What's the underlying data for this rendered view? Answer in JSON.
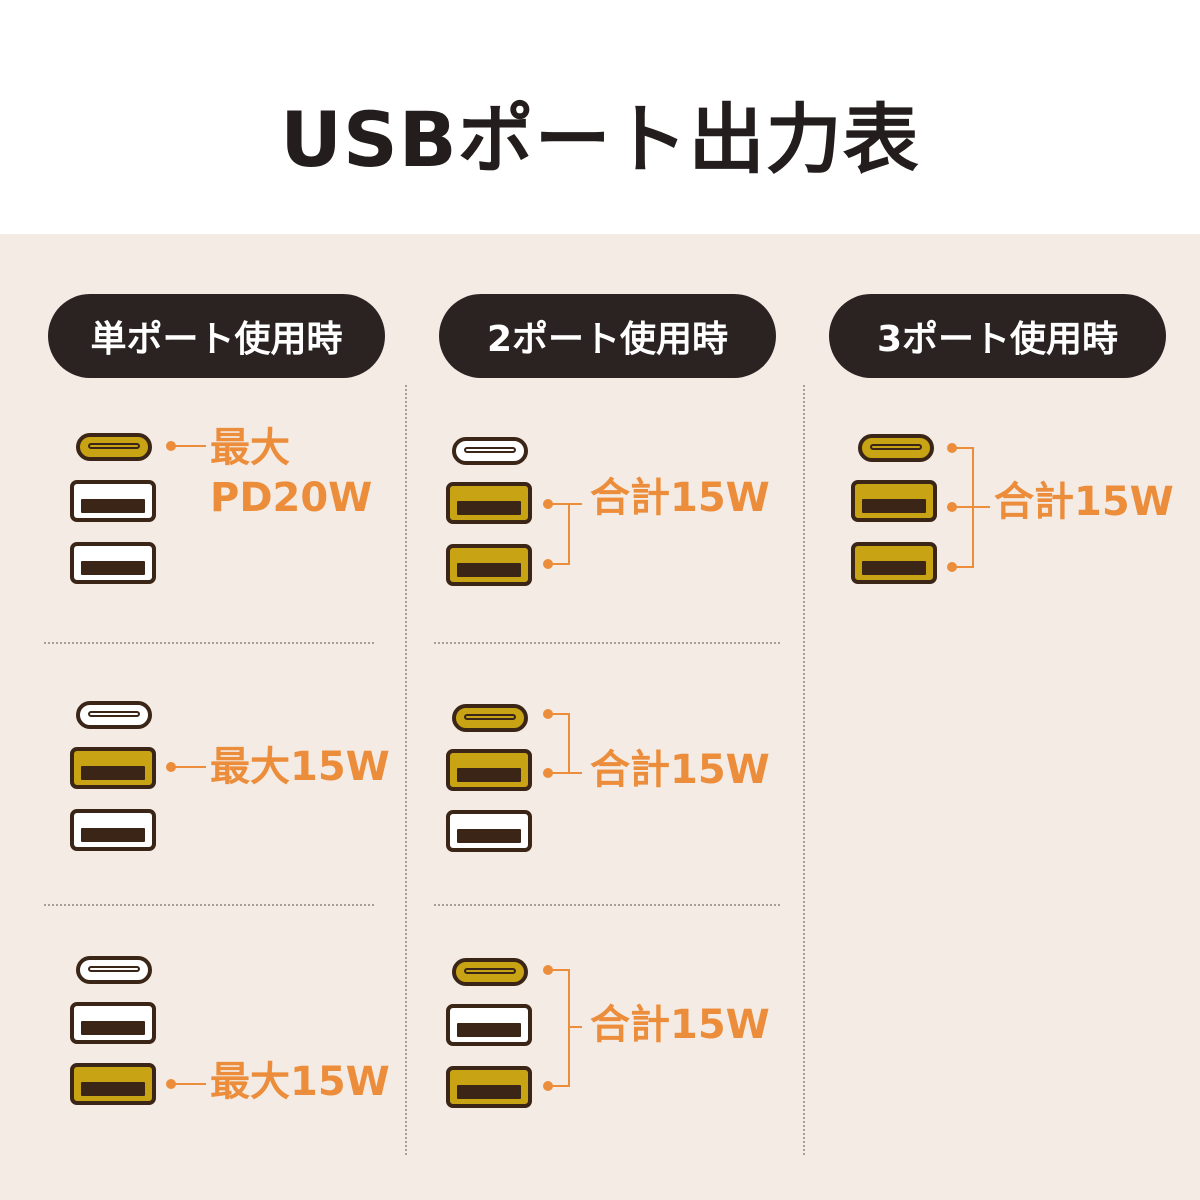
{
  "title": "USBポート出力表",
  "columns": [
    {
      "header": "単ポート使用時"
    },
    {
      "header": "2ポート使用時"
    },
    {
      "header": "3ポート使用時"
    }
  ],
  "cells": {
    "single_1": {
      "label_line1": "最大",
      "label_line2": "PD20W",
      "active_ports": [
        "USB-C"
      ]
    },
    "single_2": {
      "label": "最大15W",
      "active_ports": [
        "USB-A 1"
      ]
    },
    "single_3": {
      "label": "最大15W",
      "active_ports": [
        "USB-A 2"
      ]
    },
    "dual_1": {
      "label": "合計15W",
      "active_ports": [
        "USB-A 1",
        "USB-A 2"
      ]
    },
    "dual_2": {
      "label": "合計15W",
      "active_ports": [
        "USB-C",
        "USB-A 1"
      ]
    },
    "dual_3": {
      "label": "合計15W",
      "active_ports": [
        "USB-C",
        "USB-A 2"
      ]
    },
    "triple_1": {
      "label": "合計15W",
      "active_ports": [
        "USB-C",
        "USB-A 1",
        "USB-A 2"
      ]
    }
  },
  "colors": {
    "accent": "#ec8d3b",
    "port_active": "#c8a414",
    "port_outline": "#3b2517",
    "header_bg": "#2a2322",
    "panel_bg": "#f3ebe4"
  }
}
